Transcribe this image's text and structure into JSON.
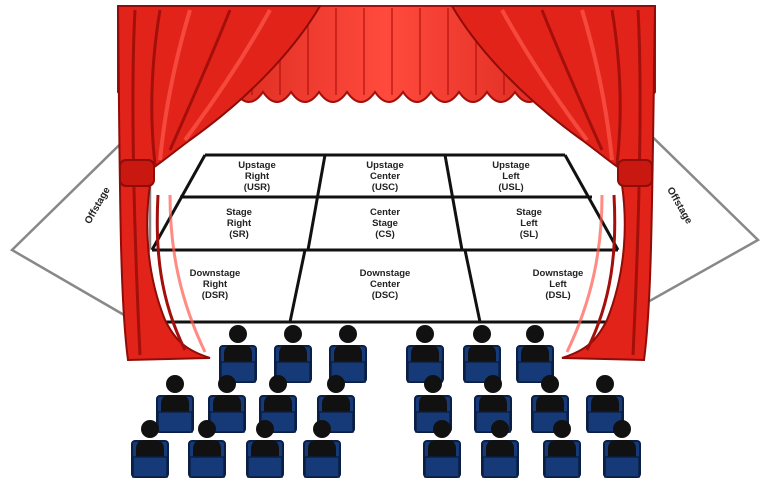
{
  "offstage": {
    "left_label": "Offstage",
    "right_label": "Offstage"
  },
  "zones": [
    {
      "id": "usr",
      "lines": [
        "Upstage",
        "Right",
        "(USR)"
      ]
    },
    {
      "id": "usc",
      "lines": [
        "Upstage",
        "Center",
        "(USC)"
      ]
    },
    {
      "id": "usl",
      "lines": [
        "Upstage",
        "Left",
        "(USL)"
      ]
    },
    {
      "id": "sr",
      "lines": [
        "Stage",
        "Right",
        "(SR)"
      ]
    },
    {
      "id": "cs",
      "lines": [
        "Center",
        "Stage",
        "(CS)"
      ]
    },
    {
      "id": "sl",
      "lines": [
        "Stage",
        "Left",
        "(SL)"
      ]
    },
    {
      "id": "dsr",
      "lines": [
        "Downstage",
        "Right",
        "(DSR)"
      ]
    },
    {
      "id": "dsc",
      "lines": [
        "Downstage",
        "Center",
        "(DSC)"
      ]
    },
    {
      "id": "dsl",
      "lines": [
        "Downstage",
        "Left",
        "(DSL)"
      ]
    }
  ],
  "colors": {
    "curtain": "#e2231a",
    "curtain_dark": "#a30f0b",
    "curtain_light": "#ff5a4d",
    "seat": "#163a78",
    "person": "#111111",
    "grid_line": "#111111",
    "offstage_line": "#888888"
  }
}
